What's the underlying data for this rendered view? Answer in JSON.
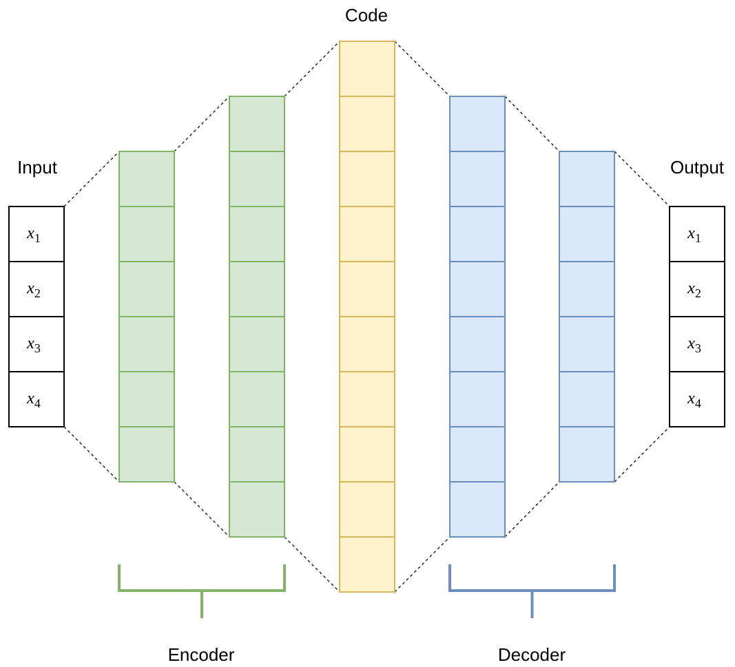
{
  "labels": {
    "input": "Input",
    "output": "Output",
    "code": "Code",
    "encoder": "Encoder",
    "decoder": "Decoder"
  },
  "input_cells": [
    {
      "var": "x",
      "sub": "1"
    },
    {
      "var": "x",
      "sub": "2"
    },
    {
      "var": "x",
      "sub": "3"
    },
    {
      "var": "x",
      "sub": "4"
    }
  ],
  "output_cells": [
    {
      "var": "x",
      "sub": "1"
    },
    {
      "var": "x",
      "sub": "2"
    },
    {
      "var": "x",
      "sub": "3"
    },
    {
      "var": "x",
      "sub": "4"
    }
  ],
  "layers": [
    {
      "id": "encoder-layer-1",
      "group": "encoder",
      "cells": 6
    },
    {
      "id": "encoder-layer-2",
      "group": "encoder",
      "cells": 8
    },
    {
      "id": "code-layer",
      "group": "code",
      "cells": 10
    },
    {
      "id": "decoder-layer-1",
      "group": "decoder",
      "cells": 8
    },
    {
      "id": "decoder-layer-2",
      "group": "decoder",
      "cells": 6
    }
  ],
  "colors": {
    "encoder_fill": "#d5e8d4",
    "encoder_stroke": "#82b366",
    "code_fill": "#fff2cc",
    "code_stroke": "#d6b656",
    "decoder_fill": "#dae8fc",
    "decoder_stroke": "#6c8ebf",
    "io_fill": "#ffffff",
    "io_stroke": "#000000"
  }
}
